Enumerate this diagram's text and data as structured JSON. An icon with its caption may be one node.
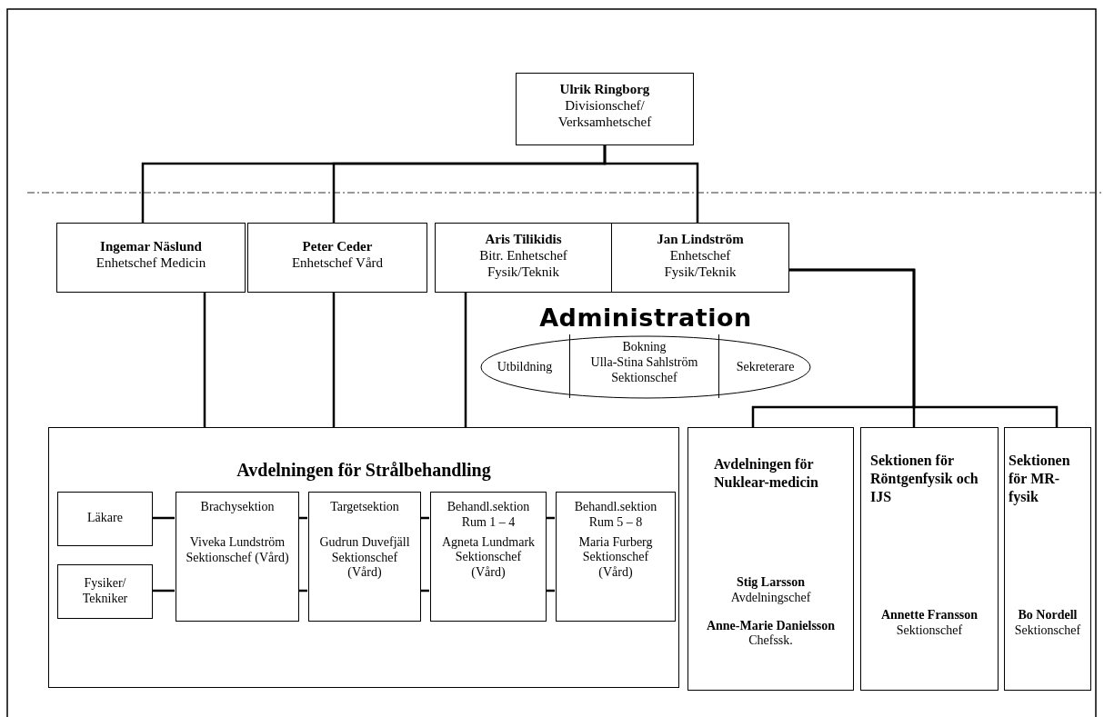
{
  "diagram": {
    "nodes": [
      {
        "text": [
          "Ulrik Ringborg",
          "Divisionschef/ Verksamhetschef"
        ]
      },
      {
        "text": [
          "Ingemar Näslund",
          "Enhetschef Medicin"
        ]
      },
      {
        "text": [
          "Peter Ceder",
          "Enhetschef Vård"
        ]
      },
      {
        "text": [
          "Aris Tilikidis",
          "Bitr. Enhetschef Fysik/Teknik"
        ]
      },
      {
        "text": [
          "Jan Lindström",
          "Enhetschef Fysik/Teknik"
        ]
      },
      {
        "text": [
          "Administration"
        ]
      },
      {
        "text": [
          "Utbildning"
        ],
        "in": 5
      },
      {
        "text": [
          "Bokning",
          "Ulla-Stina Sahlström Sektionschef"
        ],
        "in": 5
      },
      {
        "text": [
          "Sekreterare"
        ],
        "in": 5
      },
      {
        "text": [
          "Avdelningen för Strålbehandling"
        ]
      },
      {
        "text": [
          "Läkare"
        ],
        "in": 9
      },
      {
        "text": [
          "Fysiker/ Tekniker"
        ],
        "in": 9
      },
      {
        "text": [
          "Brachysektion",
          "Viveka Lundström Sektionschef (Vård)"
        ],
        "in": 9
      },
      {
        "text": [
          "Targetsektion",
          "Gudrun Duvefjäll Sektionschef (Vård)"
        ],
        "in": 9
      },
      {
        "text": [
          "Behandl.sektion Rum 1 – 4",
          "Agneta Lundmark Sektionschef (Vård)"
        ],
        "in": 9
      },
      {
        "text": [
          "Behandl.sektion Rum 5 – 8",
          "Maria Furberg Sektionschef (Vård)"
        ],
        "in": 9
      },
      {
        "text": [
          "Avdelningen för Nuklear-medicin",
          "Stig Larsson",
          "Avdelningschef",
          "Anne-Marie Danielsson",
          "Chefssk."
        ]
      },
      {
        "text": [
          "Sektionen för Röntgenfysik och IJS",
          "Annette Fransson",
          "Sektionschef"
        ]
      },
      {
        "text": [
          "Sektionen för MR-fysik",
          "Bo Nordell",
          "Sektionschef"
        ]
      }
    ],
    "edges": [
      {
        "from": 0,
        "to": 1,
        "arrow": "none"
      },
      {
        "from": 0,
        "to": 2,
        "arrow": "none"
      },
      {
        "from": 0,
        "to": 4,
        "arrow": "none"
      },
      {
        "from": 1,
        "to": 9,
        "arrow": "none"
      },
      {
        "from": 2,
        "to": 9,
        "arrow": "none"
      },
      {
        "from": 3,
        "to": 9,
        "arrow": "none"
      },
      {
        "from": 4,
        "to": 16,
        "arrow": "none"
      },
      {
        "from": 4,
        "to": 17,
        "arrow": "none"
      },
      {
        "from": 4,
        "to": 18,
        "arrow": "none"
      },
      {
        "from": 10,
        "to": 12,
        "arrow": "none"
      },
      {
        "from": 11,
        "to": 12,
        "arrow": "none"
      },
      {
        "from": 12,
        "to": 13,
        "arrow": "none"
      },
      {
        "from": 12,
        "to": 13,
        "arrow": "none"
      },
      {
        "from": 13,
        "to": 14,
        "arrow": "none"
      },
      {
        "from": 13,
        "to": 14,
        "arrow": "none"
      },
      {
        "from": 14,
        "to": 15,
        "arrow": "none"
      },
      {
        "from": 14,
        "to": 15,
        "arrow": "none"
      }
    ]
  }
}
